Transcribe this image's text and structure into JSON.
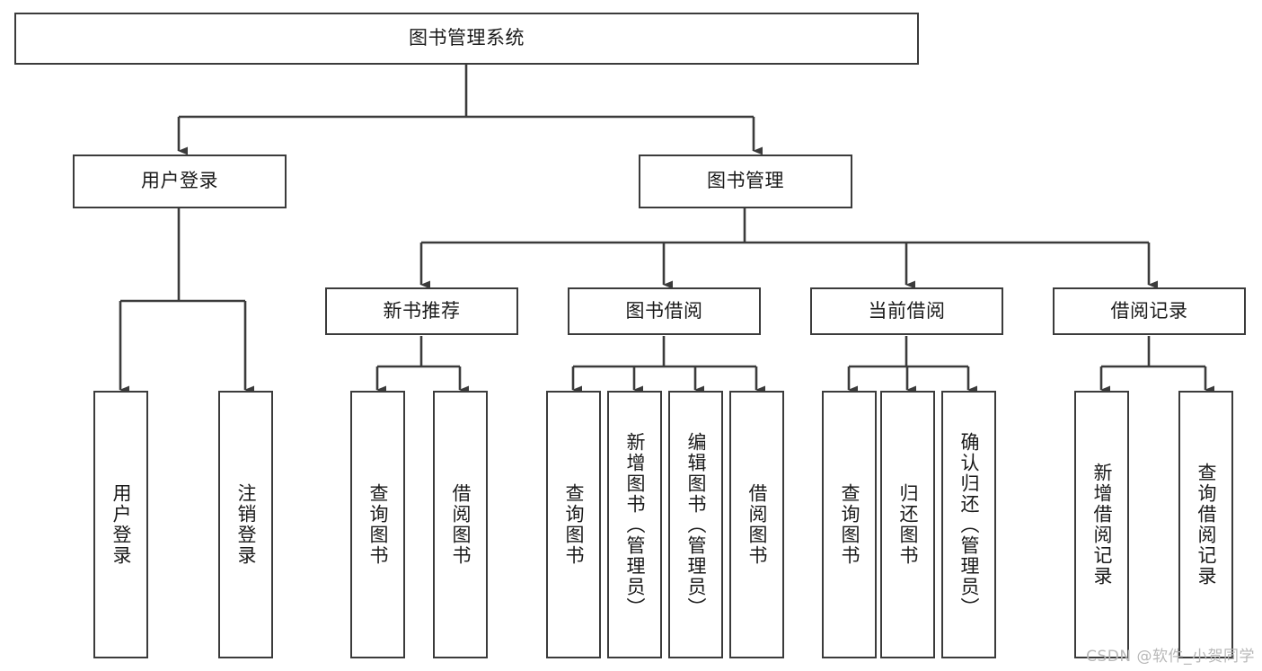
{
  "diagram": {
    "title": "图书管理系统",
    "type": "tree-hierarchy-diagram",
    "root": {
      "id": "root",
      "label": "图书管理系统"
    },
    "level2": [
      {
        "id": "user-login",
        "label": "用户登录"
      },
      {
        "id": "book-manage",
        "label": "图书管理"
      }
    ],
    "level3": [
      {
        "id": "new-book-rec",
        "label": "新书推荐",
        "parent": "book-manage"
      },
      {
        "id": "book-borrow",
        "label": "图书借阅",
        "parent": "book-manage"
      },
      {
        "id": "current-borrow",
        "label": "当前借阅",
        "parent": "book-manage"
      },
      {
        "id": "borrow-record",
        "label": "借阅记录",
        "parent": "book-manage"
      }
    ],
    "leaves": {
      "user-login": [
        {
          "id": "leaf-user-login",
          "label": "用户登录"
        },
        {
          "id": "leaf-user-logout",
          "label": "注销登录"
        }
      ],
      "new-book-rec": [
        {
          "id": "leaf-query-book-1",
          "label": "查询图书"
        },
        {
          "id": "leaf-borrow-book-1",
          "label": "借阅图书"
        }
      ],
      "book-borrow": [
        {
          "id": "leaf-query-book-2",
          "label": "查询图书"
        },
        {
          "id": "leaf-add-book",
          "label": "新增图书（管理员）"
        },
        {
          "id": "leaf-edit-book",
          "label": "编辑图书（管理员）"
        },
        {
          "id": "leaf-borrow-book-2",
          "label": "借阅图书"
        }
      ],
      "current-borrow": [
        {
          "id": "leaf-query-book-3",
          "label": "查询图书"
        },
        {
          "id": "leaf-return-book",
          "label": "归还图书"
        },
        {
          "id": "leaf-confirm-return",
          "label": "确认归还（管理员）"
        }
      ],
      "borrow-record": [
        {
          "id": "leaf-add-record",
          "label": "新增借阅记录"
        },
        {
          "id": "leaf-query-record",
          "label": "查询借阅记录"
        }
      ]
    }
  },
  "watermark": {
    "text": "CSDN @软件_小贺同学"
  },
  "colors": {
    "box_border": "#3b3b3b",
    "box_fill": "#ffffff",
    "connector": "#3b3b3b",
    "text": "#1a1a1a",
    "watermark": "#b8b8b8",
    "background": "#ffffff"
  }
}
